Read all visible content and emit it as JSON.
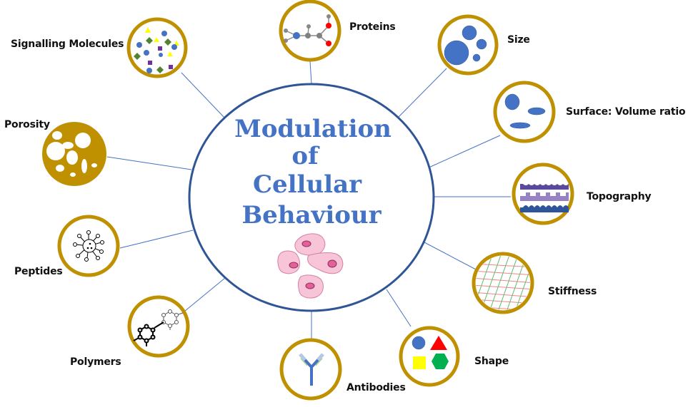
{
  "title": {
    "lines": [
      "Modulation",
      "of",
      "Cellular",
      "Behaviour"
    ],
    "color": "#4472c4"
  },
  "colors": {
    "ring": "#bf9000",
    "connector": "#4472c4",
    "center_ring": "#2f5597",
    "cell_fill": "#f4b6cf",
    "cell_nucleus": "#e0588f"
  },
  "nodes": [
    {
      "id": "signalling-molecules",
      "label": "Signalling Molecules",
      "icon": "signalling-molecules-icon"
    },
    {
      "id": "proteins",
      "label": "Proteins",
      "icon": "amino-acid-molecule-icon"
    },
    {
      "id": "size",
      "label": "Size",
      "icon": "circles-size-icon"
    },
    {
      "id": "surface-volume-ratio",
      "label": "Surface: Volume ratio",
      "icon": "ellipses-ratio-icon"
    },
    {
      "id": "topography",
      "label": "Topography",
      "icon": "surface-topography-icon"
    },
    {
      "id": "stiffness",
      "label": "Stiffness",
      "icon": "mesh-grid-icon"
    },
    {
      "id": "shape",
      "label": "Shape",
      "icon": "geometric-shapes-icon"
    },
    {
      "id": "antibodies",
      "label": "Antibodies",
      "icon": "antibody-icon"
    },
    {
      "id": "polymers",
      "label": "Polymers",
      "icon": "polymer-chain-icon"
    },
    {
      "id": "peptides",
      "label": "Peptides",
      "icon": "peptide-icon"
    },
    {
      "id": "porosity",
      "label": "Porosity",
      "icon": "porous-disc-icon"
    }
  ]
}
